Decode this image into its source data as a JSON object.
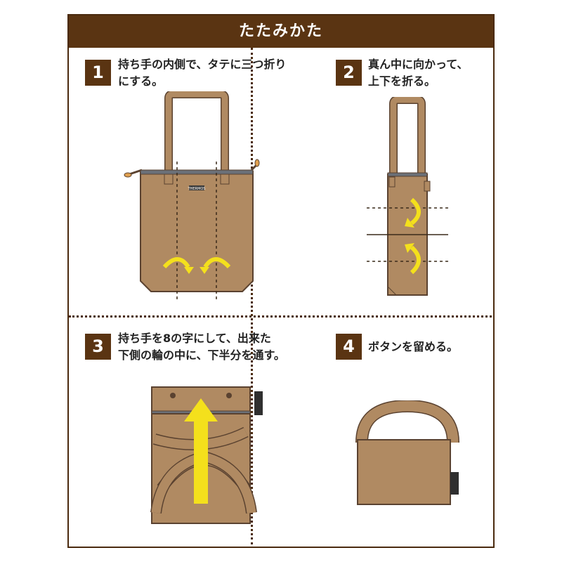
{
  "header": {
    "title": "たたみかた"
  },
  "steps": [
    {
      "number": "1",
      "text": "持ち手の内側で、タテに三つ折り\nにする。"
    },
    {
      "number": "2",
      "text": "真ん中に向かって、\n上下を折る。"
    },
    {
      "number": "3",
      "text": "持ち手を8の字にして、出来た\n下側の輪の中に、下半分を通す。"
    },
    {
      "number": "4",
      "text": "ボタンを留める。"
    }
  ],
  "brand_label": "THERMOS",
  "colors": {
    "header": "#5a3412",
    "bag": "#b08a62",
    "bag_dark": "#5a4230",
    "arrow": "#f4e01c"
  }
}
